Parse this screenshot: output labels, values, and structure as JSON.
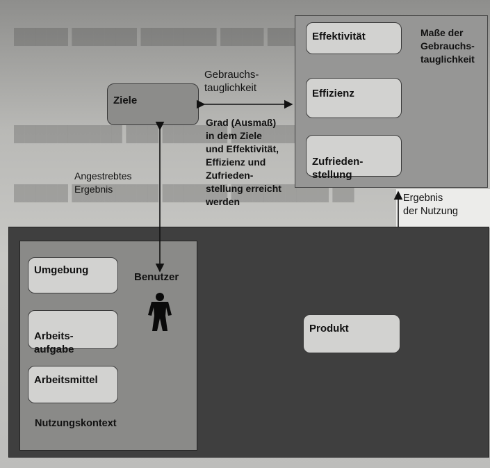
{
  "diagram": {
    "goals_box": "Ziele",
    "measures_title": "Maße der\nGebrauchs-\ntauglichkeit",
    "measures": [
      "Effektivität",
      "Effizienz",
      "Zufrieden-\nstellung"
    ],
    "usability_label": "Gebrauchs-\ntauglichkeit",
    "degree_text": "Grad (Ausmaß)\nin dem Ziele\nund Effektivität,\nEffizienz und\nZufrieden-\nstellung erreicht\nwerden",
    "intended_outcome": "Angestrebtes\nErgebnis",
    "result_of_use": "Ergebnis\nder Nutzung",
    "user_label": "Benutzer",
    "context_items": [
      "Umgebung",
      "Arbeits-\naufgabe",
      "Arbeitsmittel"
    ],
    "context_title": "Nutzungskontext",
    "product_box": "Produkt",
    "person_icon": "person-icon"
  },
  "colors": {
    "panel_light": "#969695",
    "panel_dark": "#3f3f3f",
    "box_fill": "#d2d2d0",
    "goals_fill": "#8c8c8a"
  }
}
